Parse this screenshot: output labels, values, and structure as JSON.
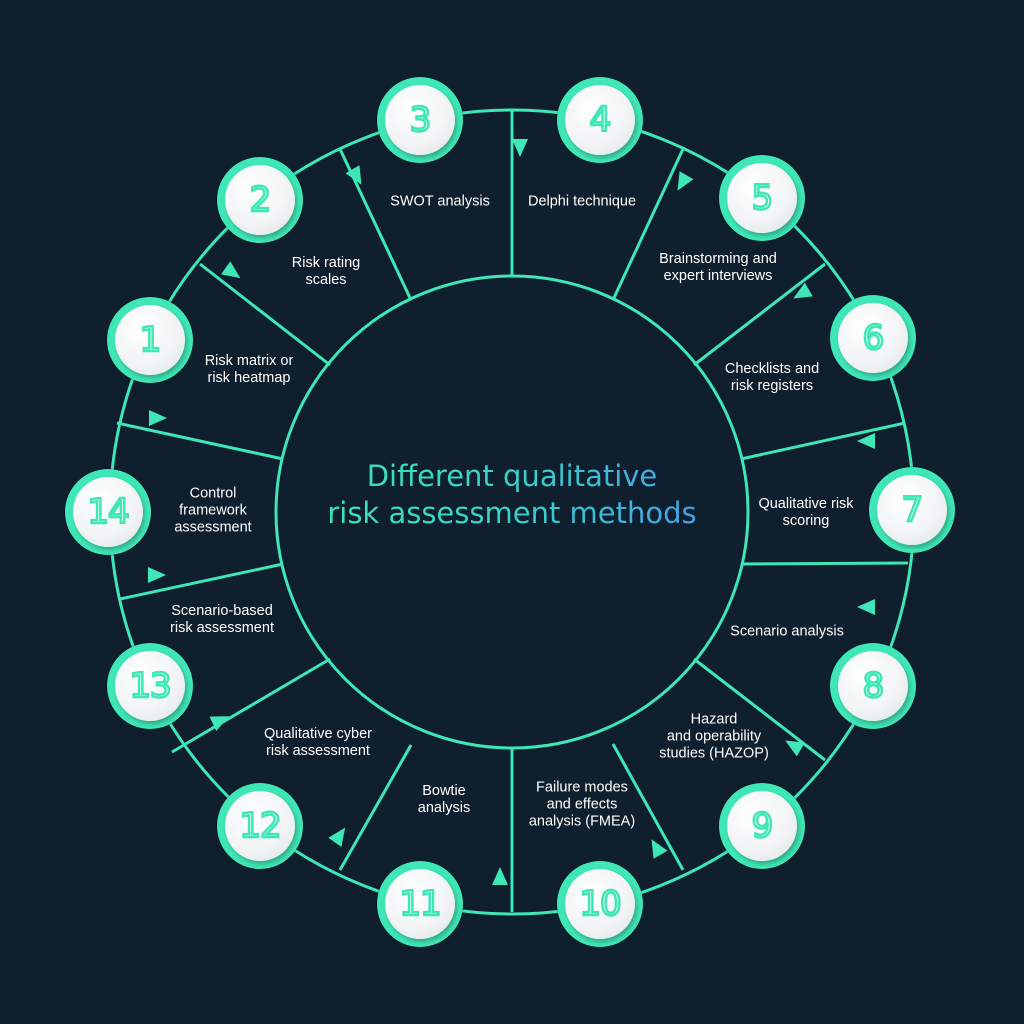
{
  "title": {
    "line1": "Different qualitative",
    "line2": "risk assessment methods"
  },
  "colors": {
    "background": "#0f1f2e",
    "accent": "#3fe6b6",
    "title_start": "#3ee8b0",
    "title_end": "#4a8ff0"
  },
  "methods": [
    {
      "number": "1",
      "label": "Risk matrix or\nrisk heatmap"
    },
    {
      "number": "2",
      "label": "Risk rating\nscales"
    },
    {
      "number": "3",
      "label": "SWOT analysis"
    },
    {
      "number": "4",
      "label": "Delphi technique"
    },
    {
      "number": "5",
      "label": "Brainstorming and\nexpert interviews"
    },
    {
      "number": "6",
      "label": "Checklists and\nrisk registers"
    },
    {
      "number": "7",
      "label": "Qualitative risk\nscoring"
    },
    {
      "number": "8",
      "label": "Scenario analysis"
    },
    {
      "number": "9",
      "label": "Hazard\nand operability\nstudies (HAZOP)"
    },
    {
      "number": "10",
      "label": "Failure modes\nand effects\nanalysis (FMEA)"
    },
    {
      "number": "11",
      "label": "Bowtie\nanalysis"
    },
    {
      "number": "12",
      "label": "Qualitative cyber\nrisk assessment"
    },
    {
      "number": "13",
      "label": "Scenario-based\nrisk assessment"
    },
    {
      "number": "14",
      "label": "Control\nframework\nassessment"
    }
  ]
}
